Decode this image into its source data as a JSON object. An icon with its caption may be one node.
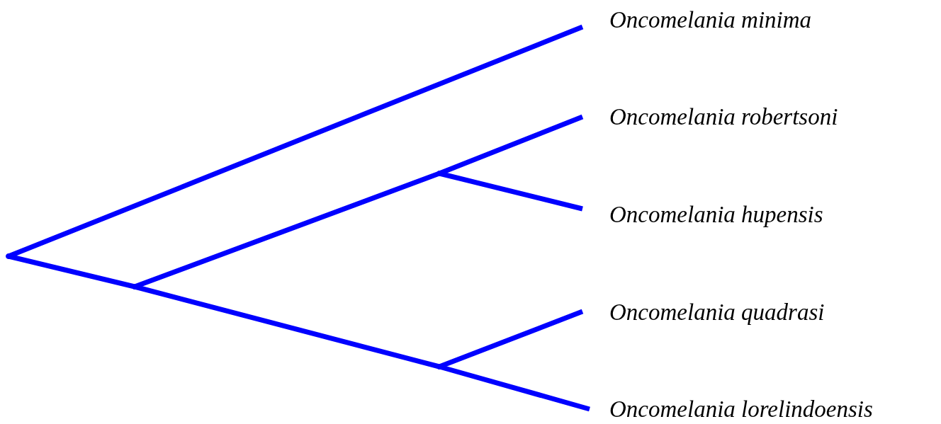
{
  "diagram": {
    "nodes": [
      {
        "text": [
          "Oncomelania minima"
        ]
      },
      {
        "text": [
          "Oncomelania robertsoni"
        ]
      },
      {
        "text": [
          "Oncomelania hupensis"
        ]
      },
      {
        "text": [
          "Oncomelania quadrasi"
        ]
      },
      {
        "text": [
          "Oncomelania lorelindoensis"
        ]
      },
      {
        "text": [],
        "shape": "point"
      },
      {
        "text": [],
        "shape": "point"
      },
      {
        "text": [],
        "shape": "point"
      },
      {
        "text": [],
        "shape": "point"
      }
    ],
    "edges": [
      {
        "from": 5,
        "to": 0,
        "arrow": "none"
      },
      {
        "from": 5,
        "to": 6,
        "arrow": "none"
      },
      {
        "from": 6,
        "to": 7,
        "arrow": "none"
      },
      {
        "from": 7,
        "to": 1,
        "arrow": "none"
      },
      {
        "from": 7,
        "to": 2,
        "arrow": "none"
      },
      {
        "from": 6,
        "to": 8,
        "arrow": "none"
      },
      {
        "from": 8,
        "to": 3,
        "arrow": "none"
      },
      {
        "from": 8,
        "to": 4,
        "arrow": "none"
      }
    ]
  }
}
